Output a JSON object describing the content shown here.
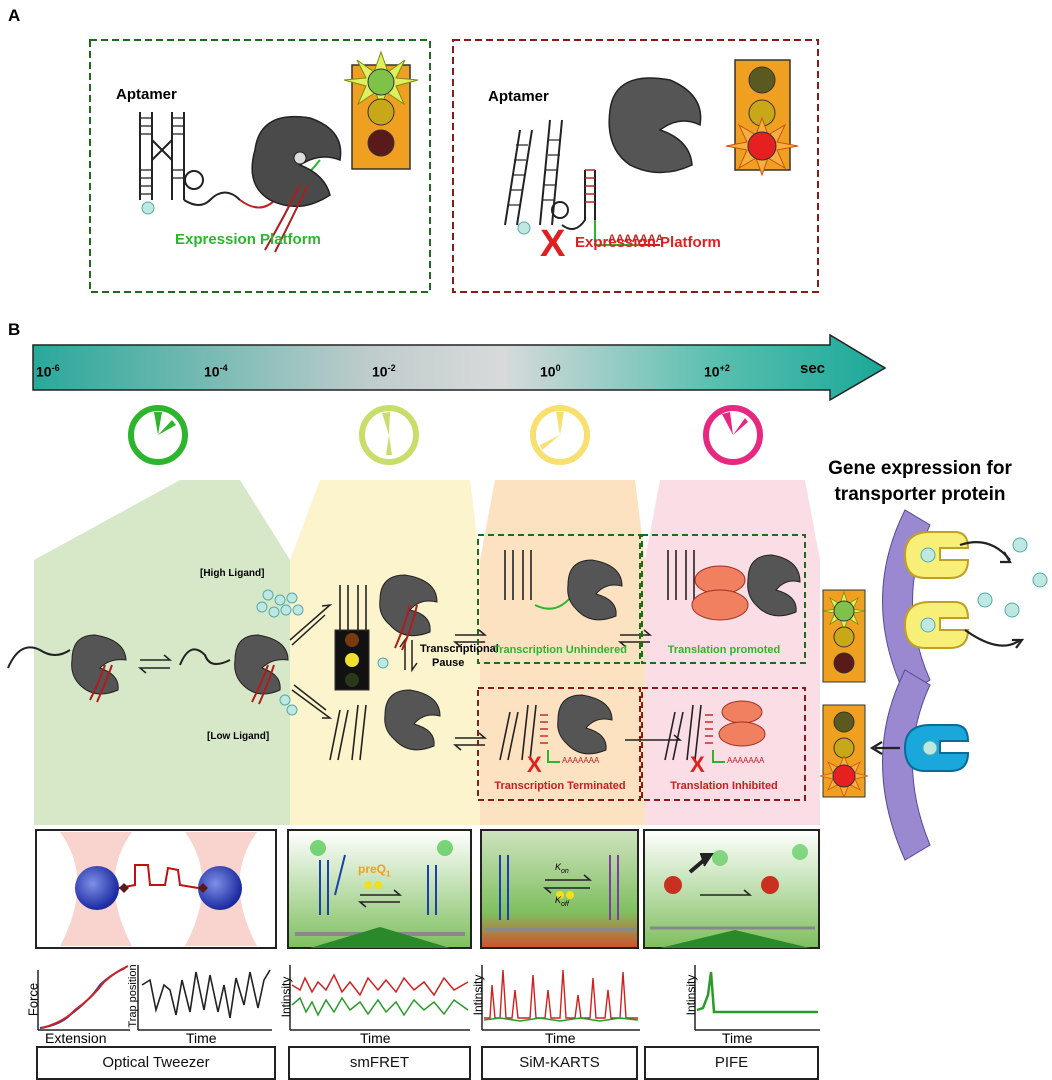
{
  "panels": {
    "a_label": "A",
    "b_label": "B"
  },
  "panel_a": {
    "left": {
      "aptamer": "Aptamer",
      "platform": "Expression Platform",
      "color": "#2db52d"
    },
    "right": {
      "aptamer": "Aptamer",
      "platform": "Expression Platform",
      "polya": "AAAAAAA",
      "x_mark": "X",
      "color": "#e02020"
    }
  },
  "timeline": {
    "ticks": [
      "10",
      "10",
      "10",
      "10",
      "10"
    ],
    "exponents": [
      "-6",
      "-4",
      "-2",
      "0",
      "+2"
    ],
    "unit": "sec"
  },
  "gene_expression": {
    "line1": "Gene expression for",
    "line2": "transporter protein"
  },
  "pathway": {
    "high_ligand": "[High Ligand]",
    "low_ligand": "[Low Ligand]",
    "pause_line1": "Transcriptional",
    "pause_line2": "Pause",
    "transcription_unhindered": "Transcription Unhindered",
    "translation_promoted": "Translation promoted",
    "transcription_terminated": "Transcription Terminated",
    "translation_inhibited": "Translation Inhibited",
    "polya": "AAAAAAA",
    "x_mark": "X"
  },
  "methods": {
    "smfret_ligand": "preQ",
    "smfret_ligand_sub": "1",
    "kon": "K",
    "kon_sub": "on",
    "koff": "K",
    "koff_sub": "off"
  },
  "plots": {
    "force": "Force",
    "extension": "Extension",
    "trap_position": "Trap position",
    "time": "Time",
    "intensity": "Intinsity"
  },
  "techniques": [
    "Optical Tweezer",
    "smFRET",
    "SiM-KARTS",
    "PIFE"
  ]
}
